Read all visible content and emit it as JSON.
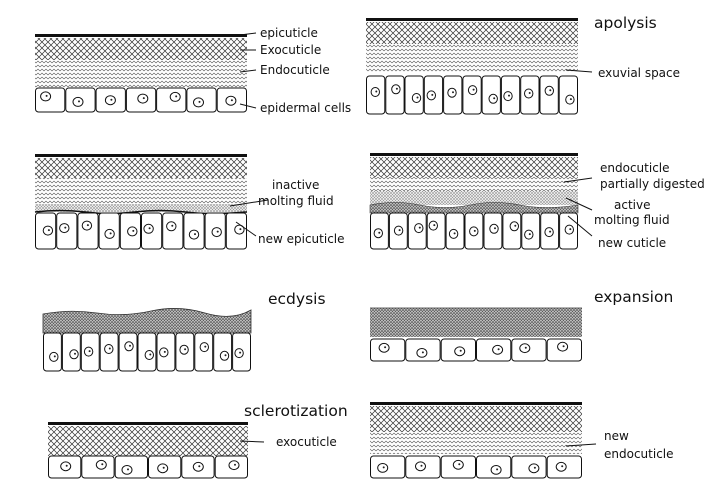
{
  "panels": [
    {
      "id": "p1",
      "labels": [
        "epicuticle",
        "Exocuticle",
        "Endocuticle",
        "epidermal cells"
      ]
    },
    {
      "id": "p2",
      "title": "apolysis",
      "labels": [
        "exuvial space"
      ]
    },
    {
      "id": "p3",
      "labels": [
        "inactive",
        "molting fluid",
        "new epicuticle"
      ]
    },
    {
      "id": "p4",
      "labels": [
        "endocuticle",
        "partially digested",
        "active",
        "molting fluid",
        "new cuticle"
      ]
    },
    {
      "id": "p5",
      "title": "ecdysis"
    },
    {
      "id": "p6",
      "title": "expansion"
    },
    {
      "id": "p7",
      "title": "sclerotization",
      "labels": [
        "exocuticle"
      ]
    },
    {
      "id": "p8",
      "labels": [
        "new",
        "endocuticle"
      ]
    }
  ]
}
